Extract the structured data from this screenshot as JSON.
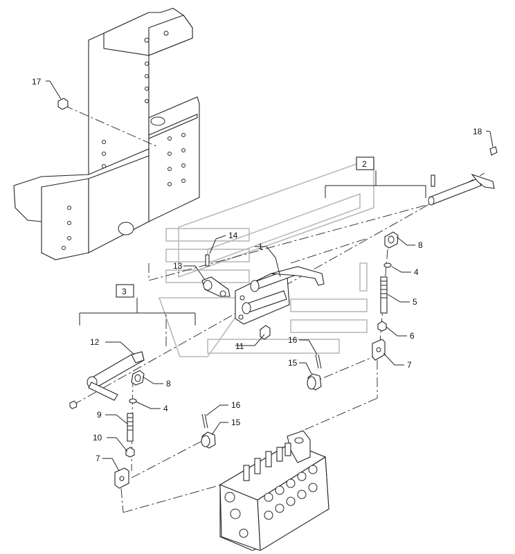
{
  "callouts": {
    "c1": "1",
    "c2": "2",
    "c3": "3",
    "c4a": "4",
    "c4b": "4",
    "c5": "5",
    "c6": "6",
    "c7a": "7",
    "c7b": "7",
    "c8a": "8",
    "c8b": "8",
    "c9": "9",
    "c10": "10",
    "c11": "11",
    "c12": "12",
    "c13": "13",
    "c14": "14",
    "c15a": "15",
    "c15b": "15",
    "c16a": "16",
    "c16b": "16",
    "c17": "17",
    "c18": "18"
  }
}
